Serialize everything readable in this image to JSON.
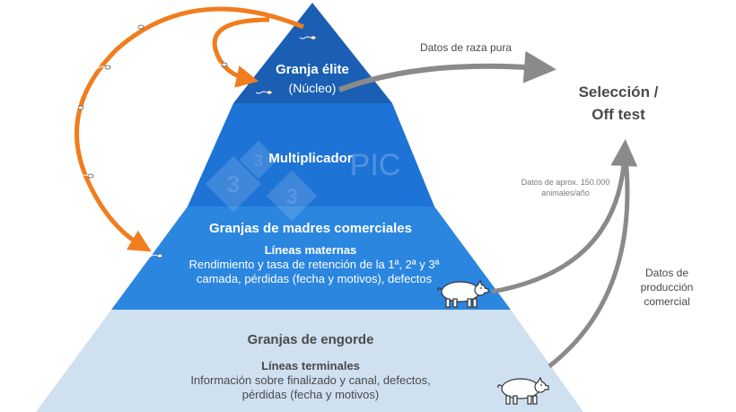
{
  "pyramid": {
    "tier1": {
      "title": "Granja élite",
      "subtitle": "(Núcleo)"
    },
    "tier2": {
      "title": "Multiplicador"
    },
    "tier3": {
      "title": "Granjas de madres comerciales",
      "subtitle": "Líneas maternas",
      "line1": "Rendimiento y tasa de retención de la 1ª, 2ª y 3ª",
      "line2": "camada, pérdidas (fecha y motivos), defectos"
    },
    "tier4": {
      "title": "Granjas de engorde",
      "subtitle": "Líneas terminales",
      "line1": "Información sobre finalizado y canal, defectos,",
      "line2": "pérdidas (fecha y motivos)"
    }
  },
  "arrows": {
    "purebred_label": "Datos de raza pura",
    "sow_data_line1": "Datos de aprox. 150.000",
    "sow_data_line2": "animales/año",
    "commercial_line1": "Datos de",
    "commercial_line2": "producción",
    "commercial_line3": "comercial"
  },
  "target": {
    "line1": "Selección /",
    "line2": "Off test"
  },
  "watermark": {
    "text": "PIC",
    "badge_digit": "3"
  },
  "colors": {
    "tier1": "#1a5fb4",
    "tier2": "#1e73d6",
    "tier3": "#2b86e0",
    "tier4": "#cfe0f1",
    "orange": "#f07d1e",
    "arrow_gray": "#8a8a8a"
  },
  "icons": [
    "pig-icon",
    "sperm-icon"
  ]
}
